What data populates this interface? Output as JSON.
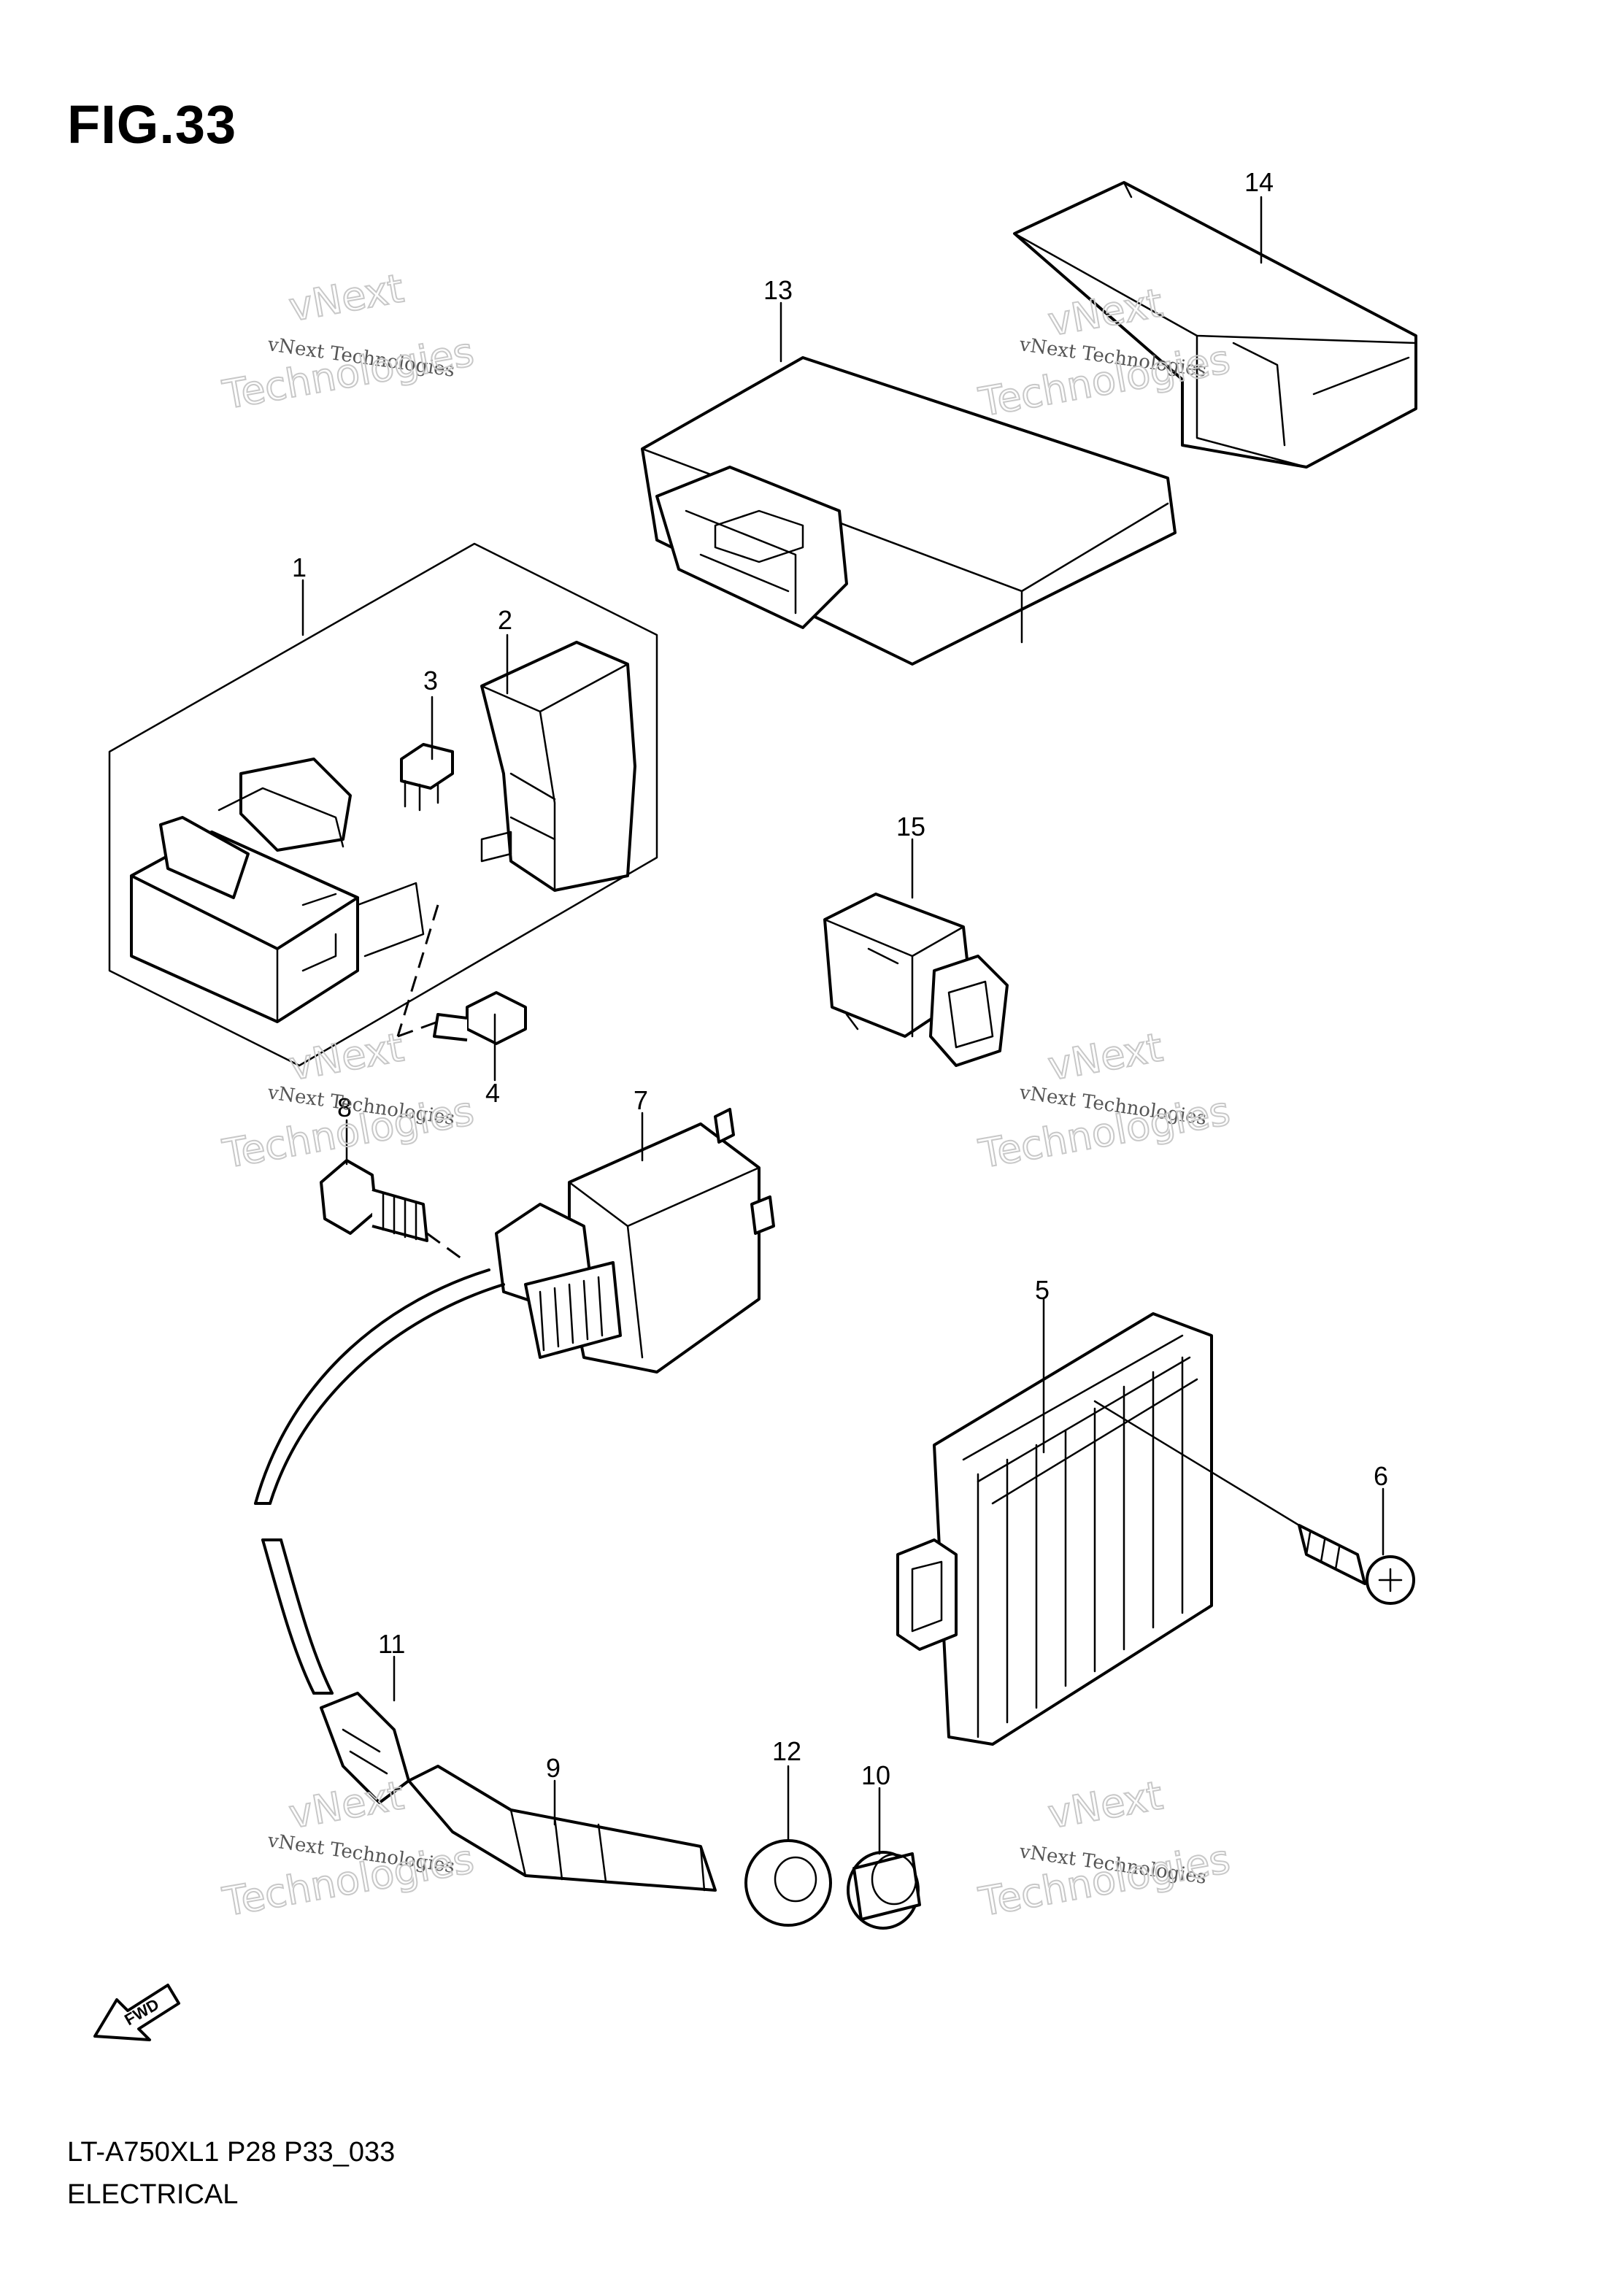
{
  "figure": {
    "title": "FIG.33"
  },
  "parts": [
    {
      "no": "1"
    },
    {
      "no": "2"
    },
    {
      "no": "3"
    },
    {
      "no": "4"
    },
    {
      "no": "5"
    },
    {
      "no": "6"
    },
    {
      "no": "7"
    },
    {
      "no": "8"
    },
    {
      "no": "9"
    },
    {
      "no": "10"
    },
    {
      "no": "11"
    },
    {
      "no": "12"
    },
    {
      "no": "13"
    },
    {
      "no": "14"
    },
    {
      "no": "15"
    }
  ],
  "watermark": {
    "line1": "vNext Technologies",
    "line2": "Technologies",
    "line3": "vNext"
  },
  "fwd_label": "FWD",
  "footer": {
    "code": "LT-A750XL1 P28 P33_033",
    "title": "ELECTRICAL"
  }
}
